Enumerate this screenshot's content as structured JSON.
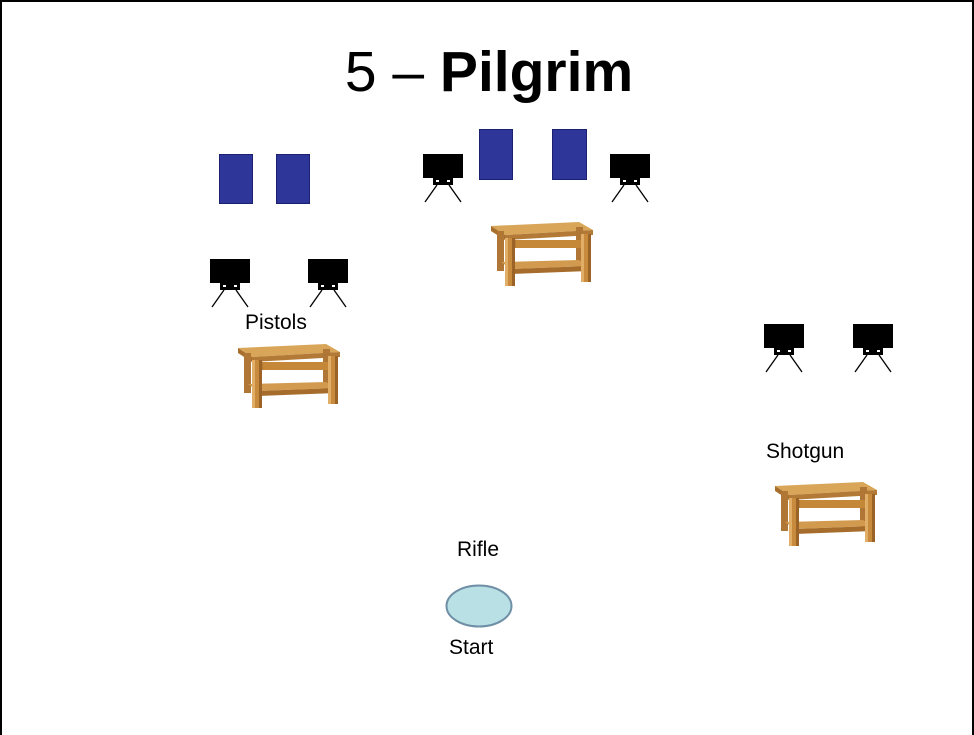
{
  "title": {
    "number": "5 – ",
    "name": "Pilgrim"
  },
  "labels": {
    "pistols": "Pistols",
    "shotgun": "Shotgun",
    "rifle": "Rifle",
    "start": "Start"
  },
  "colors": {
    "panel": "#2f3699",
    "steel_target": "#000000",
    "start_marker": "#b9e0e4",
    "start_marker_outline": "#6f8fa6",
    "table_wood": "#c9923f"
  },
  "icons": {
    "paper_target": "blue-rectangle-target",
    "steel_target": "black-plate-on-stand",
    "table": "wooden-table-image",
    "start_marker": "light-blue-oval"
  }
}
